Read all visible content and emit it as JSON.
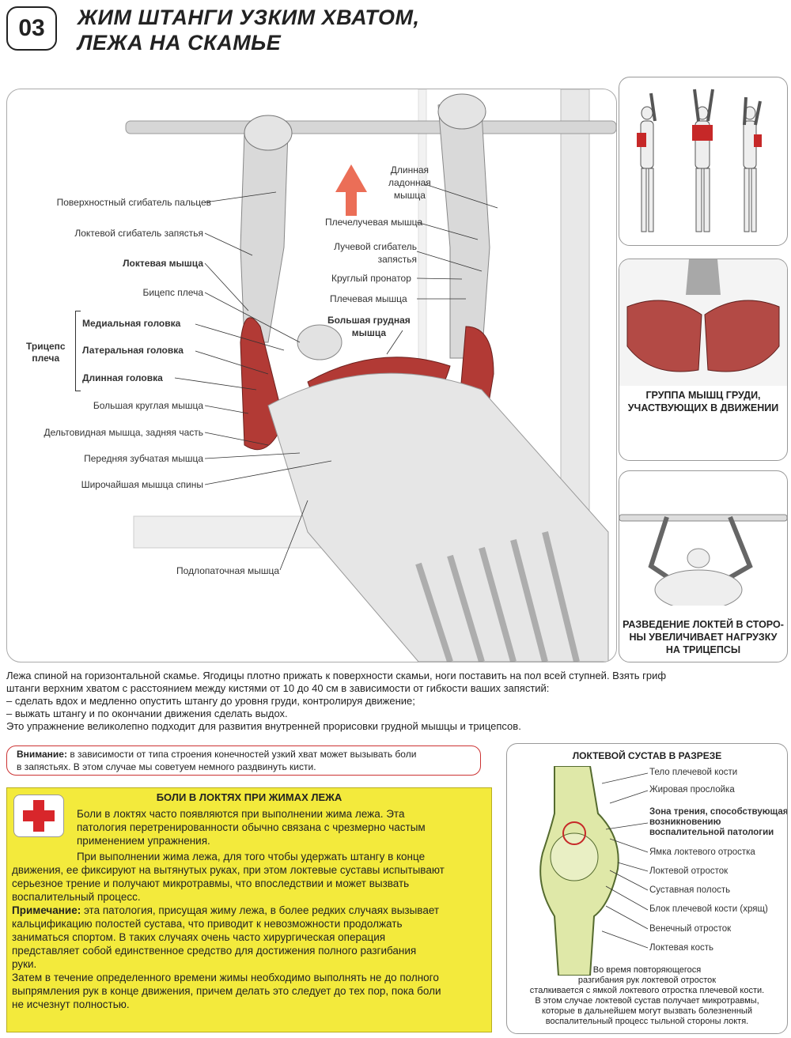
{
  "header": {
    "number": "03",
    "title_line1": "ЖИМ ШТАНГИ УЗКИМ ХВАТОМ,",
    "title_line2": "ЛЕЖА НА СКАМЬЕ"
  },
  "left_labels": [
    "Поверхностный сгибатель пальцев",
    "Локтевой сгибатель запястья",
    "Локтевая мышца",
    "Бицепс плеча",
    "Медиальная головка",
    "Латеральная головка",
    "Длинная головка",
    "Большая круглая мышца",
    "Дельтовидная мышца, задняя часть",
    "Передняя зубчатая  мышца",
    "Широчайшая мышца спины",
    "Подлопаточная мышца"
  ],
  "triceps_label": {
    "line1": "Трицепс",
    "line2": "плеча"
  },
  "right_labels": {
    "palmaris_1": "Длинная",
    "palmaris_2": "ладонная",
    "palmaris_3": "мышца",
    "brachioradialis": "Плечелучевая мышца",
    "flexor_carpi_1": "Лучевой сгибатель",
    "flexor_carpi_2": "запястья",
    "pronator": "Круглый пронатор",
    "brachialis": "Плечевая мышца",
    "pectoral_1": "Большая грудная",
    "pectoral_2": "мышца"
  },
  "side_panels": {
    "chest_caption_1": "ГРУППА МЫШЦ ГРУДИ,",
    "chest_caption_2": "УЧАСТВУЮЩИХ В ДВИЖЕНИИ",
    "elbows_caption_1": "РАЗВЕДЕНИЕ ЛОКТЕЙ В СТОРО-",
    "elbows_caption_2": "НЫ УВЕЛИЧИВАЕТ НАГРУЗКУ",
    "elbows_caption_3": "НА ТРИЦЕПСЫ"
  },
  "description": {
    "line1": "Лежа спиной на горизонтальной скамье. Ягодицы плотно прижать к поверхности скамьи, ноги поставить на пол всей ступней. Взять гриф",
    "line2": "штанги верхним хватом с расстоянием между кистями от 10 до 40 см в зависимости от гибкости ваших запястий:",
    "line3": "– сделать вдох и медленно опустить штангу до уровня груди, контролируя движение;",
    "line4": "– выжать штангу и по окончании движения сделать выдох.",
    "line5": "Это упражнение великолепно подходит для развития внутренней прорисовки грудной мышцы и трицепсов."
  },
  "warning": {
    "label": "Внимание:",
    "text1": " в зависимости от типа строения конечностей узкий хват может вызывать боли",
    "text2": "в запястьях. В этом случае мы советуем немного раздвинуть кисти."
  },
  "elbow_pain": {
    "title": "БОЛИ В ЛОКТЯХ ПРИ ЖИМАХ ЛЕЖА",
    "l1": "Боли в локтях часто появляются при выполнении жима лежа. Эта",
    "l2": "патология перетренированности обычно связана с чрезмерно частым",
    "l3": "применением упражнения.",
    "l4": "При выполнении жима лежа, для того чтобы удержать штангу в конце",
    "l5": "движения, ее фиксируют на вытянутых руках, при этом локтевые суставы испытывают",
    "l6": "серьезное трение и получают микротравмы, что впоследствии и может вызвать",
    "l7": "воспалительный процесс.",
    "note_label": "Примечание:",
    "l8": " эта патология, присущая жиму лежа, в более редких случаях вызывает",
    "l9": "кальцификацию полостей сустава, что приводит к невозможности продолжать",
    "l10": "заниматься спортом. В таких случаях очень часто хирургическая операция",
    "l11": "представляет собой единственное средство для достижения полного разгибания",
    "l12": "руки.",
    "l13": "Затем в течение определенного времени жимы необходимо выполнять не до полного",
    "l14": "выпрямления рук в конце движения, причем делать это следует до тех пор, пока боли",
    "l15": "не исчезнут полностью."
  },
  "elbow_joint": {
    "title": "ЛОКТЕВОЙ СУСТАВ В РАЗРЕЗЕ",
    "labels": [
      "Тело плечевой кости",
      "Жировая прослойка",
      "Ямка локтевого отростка",
      "Локтевой отросток",
      "Суставная полость",
      "Блок плечевой кости (хрящ)",
      "Венечный отросток",
      "Локтевая кость"
    ],
    "friction_1": "Зона трения, способствующая",
    "friction_2": "возникновению",
    "friction_3": "воспалительной патологии",
    "caption_1": "Во время повторяющегося",
    "caption_2": "разгибания рук локтевой отросток",
    "caption_3": "сталкивается с ямкой локтевого отростка плечевой кости.",
    "caption_4": "В этом случае локтевой сустав получает микротравмы,",
    "caption_5": "которые в дальнейшем могут вызвать болезненный",
    "caption_6": "воспалительный процесс тыльной стороны локтя."
  },
  "colors": {
    "muscle_red": "#b23a35",
    "arrow": "#e8553a",
    "yellow_box": "#f3ea3c",
    "cross": "#d8262b"
  }
}
